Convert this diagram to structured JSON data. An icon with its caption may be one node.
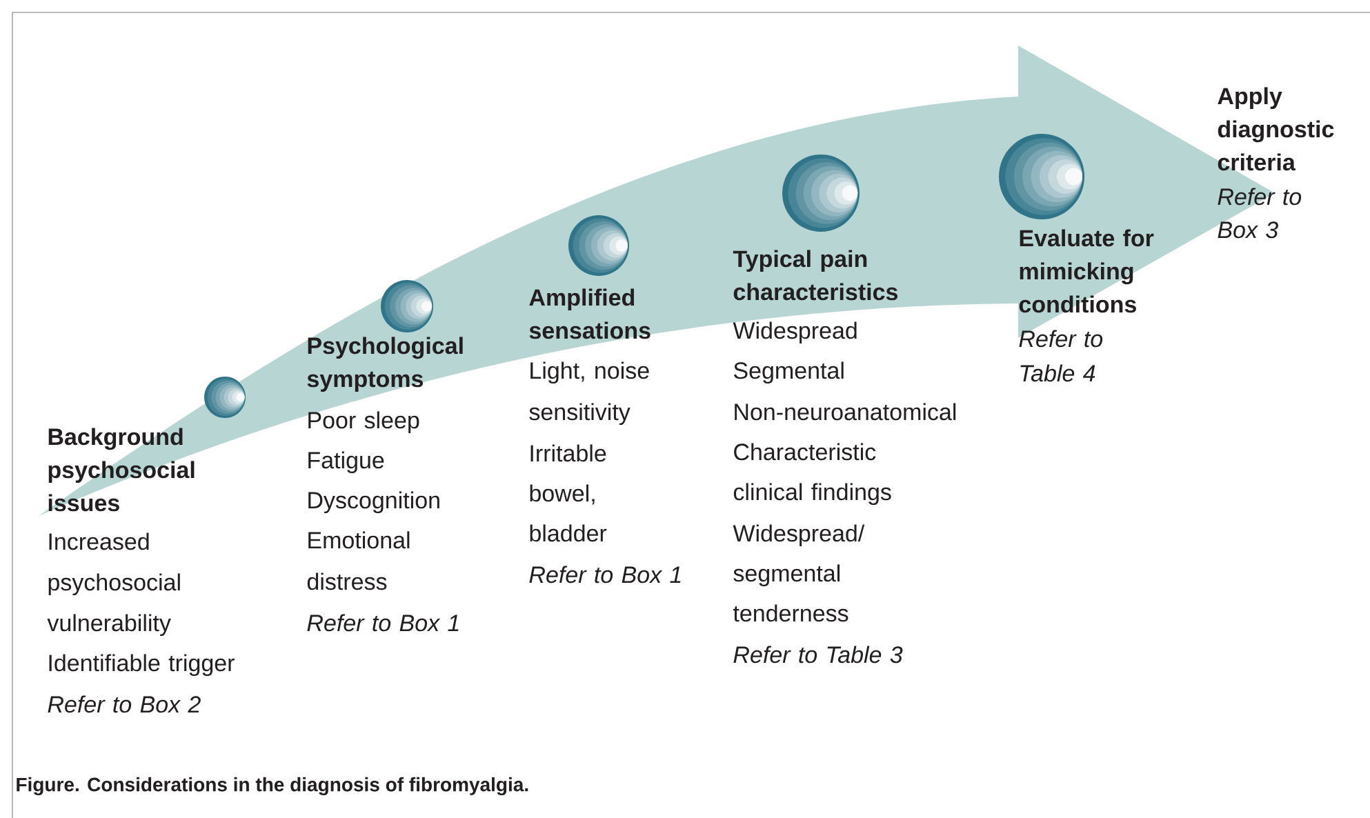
{
  "diagram": {
    "caption": "Figure. Considerations in the diagnosis of fibromyalgia.",
    "nodes": [
      {
        "text": [],
        "shape": "circle"
      },
      {
        "text": [],
        "shape": "circle"
      },
      {
        "text": [],
        "shape": "circle"
      },
      {
        "text": [],
        "shape": "circle"
      },
      {
        "text": [],
        "shape": "circle"
      }
    ],
    "labels": [
      "Apply diagnostic criteria",
      "Refer to Box 3",
      "Evaluate for mimicking conditions",
      "Refer to Table 4",
      "Typical pain characteristics",
      "Widespread",
      "Segmental",
      "Non-neuroanatomical",
      "Characteristic clinical findings",
      "Widespread/ segmental tenderness",
      "Refer to Table 3",
      "Amplified sensations",
      "Light, noise sensitivity",
      "Irritable bowel, bladder",
      "Refer to Box 1",
      "Psychological symptoms",
      "Poor sleep",
      "Fatigue",
      "Dyscognition",
      "Emotional distress",
      "Refer to Box 1",
      "Background psychosocial issues",
      "Increased psychosocial vulnerability",
      "Identifiable trigger",
      "Refer to Box 2"
    ]
  }
}
